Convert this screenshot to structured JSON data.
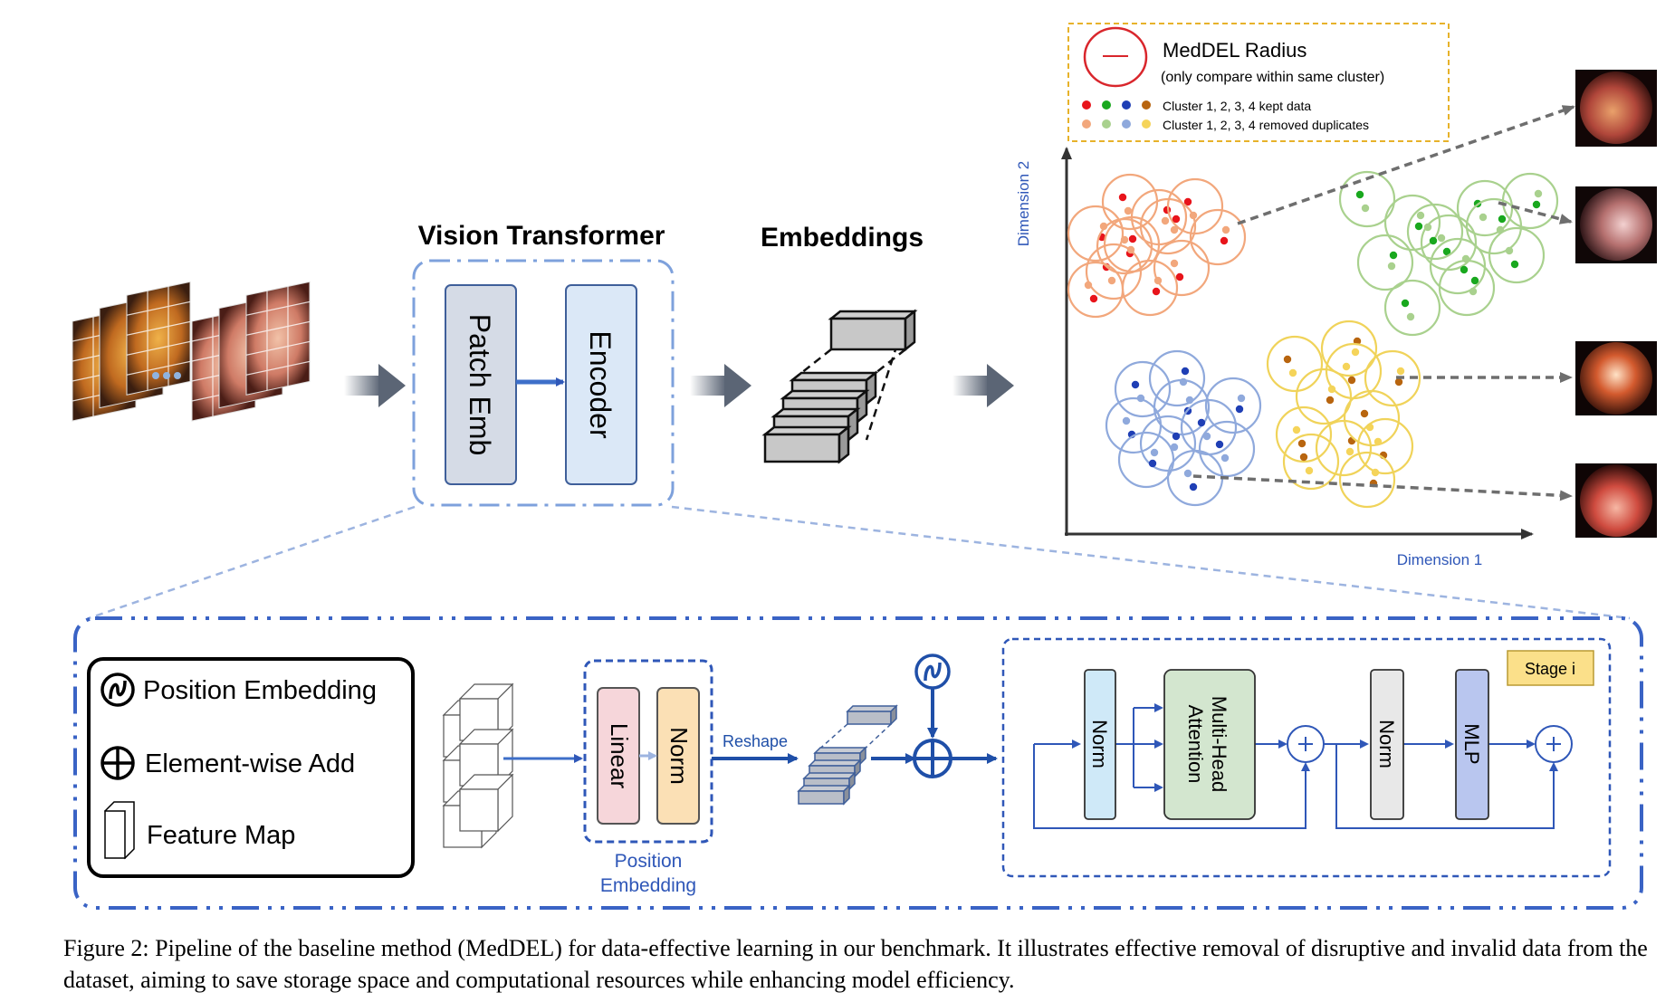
{
  "top": {
    "vit_title": "Vision Transformer",
    "patch_emb": "Patch Emb",
    "encoder": "Encoder",
    "embeddings_title": "Embeddings"
  },
  "legend": {
    "title": "MedDEL Radius",
    "subtitle": "(only compare within same cluster)",
    "kept": "Cluster 1, 2, 3, 4 kept data",
    "removed": "Cluster 1, 2, 3, 4 removed duplicates"
  },
  "axes": {
    "y": "Dimension 2",
    "x": "Dimension 1"
  },
  "cluster_colors": {
    "kept": [
      "#e8141b",
      "#19a81e",
      "#1f3fb5",
      "#b8650f"
    ],
    "removed": [
      "#f2a77c",
      "#a9d18e",
      "#8fa9dc",
      "#f5d45a"
    ],
    "rings": [
      "#f2a77c",
      "#a9d18e",
      "#8fa9dc",
      "#f0d35a"
    ]
  },
  "bottom": {
    "legend_pe": "Position Embedding",
    "legend_add": "Element-wise Add",
    "legend_fm": "Feature Map",
    "linear": "Linear",
    "norm": "Norm",
    "reshape": "Reshape",
    "pe_label_1": "Position",
    "pe_label_2": "Embedding",
    "stage": "Stage i",
    "norm1": "Norm",
    "mha_1": "Multi-Head",
    "mha_2": "Attention",
    "norm2": "Norm",
    "mlp": "MLP"
  },
  "caption": "Figure 2: Pipeline of the baseline method (MedDEL) for data-effective learning in our benchmark. It illustrates effective removal of disruptive and invalid data from the dataset, aiming to save storage space and computational resources while enhancing model efficiency."
}
